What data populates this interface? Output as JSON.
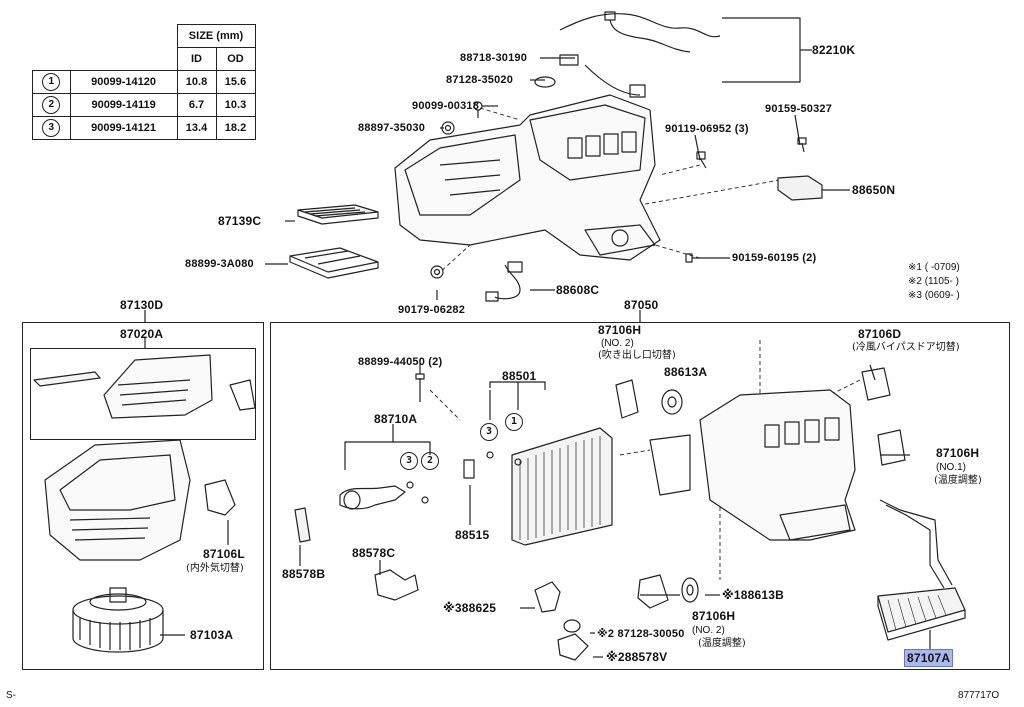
{
  "size_table": {
    "header_size": "SIZE (mm)",
    "header_id": "ID",
    "header_od": "OD",
    "rows": [
      {
        "mark": "1",
        "part": "90099-14120",
        "id": "10.8",
        "od": "15.6"
      },
      {
        "mark": "2",
        "part": "90099-14119",
        "id": "6.7",
        "od": "10.3"
      },
      {
        "mark": "3",
        "part": "90099-14121",
        "id": "13.4",
        "od": "18.2"
      }
    ]
  },
  "footnotes": {
    "n1": "※1 (       -0709)",
    "n2": "※2 (1105-       )",
    "n3": "※3 (0609-       )"
  },
  "labels": {
    "p82210k": "82210K",
    "p88718": "88718-30190",
    "p87128a": "87128-35020",
    "p90099": "90099-00318",
    "p88897": "88897-35030",
    "p90159a": "90159-50327",
    "p90119": "90119-06952 (3)",
    "p88650n": "88650N",
    "p87139c": "87139C",
    "p88899a": "88899-3A080",
    "p90179": "90179-06282",
    "p88608c": "88608C",
    "p90159b": "90159-60195 (2)",
    "p87130d": "87130D",
    "p87050": "87050",
    "p87020a": "87020A",
    "p87106h1": "87106H",
    "p87106h1_no": "(NO. 2)",
    "p87106h1_jp": "(吹き出し口切替)",
    "p87106d": "87106D",
    "p87106d_jp": "(冷風バイパスドア切替)",
    "p88899b": "88899-44050 (2)",
    "p88501": "88501",
    "p88613a": "88613A",
    "p88710a": "88710A",
    "p87106h2": "87106H",
    "p87106h2_no": "(NO.1)",
    "p87106h2_jp": "(温度調整)",
    "p87106l": "87106L",
    "p87106l_jp": "(内外気切替)",
    "p88515": "88515",
    "p88578c": "88578C",
    "p88578b": "88578B",
    "p88613b": "※188613B",
    "p88625": "※388625",
    "p87106h3": "87106H",
    "p87106h3_no": "(NO. 2)",
    "p87106h3_jp": "(温度調整)",
    "p87128b": "※2 87128-30050",
    "p88578v": "※288578V",
    "p87103a": "87103A",
    "p87107a": "87107A",
    "corner_left": "S-",
    "corner_right": "877717O"
  },
  "callouts": {
    "c3a": "3",
    "c1a": "1",
    "c3b": "3",
    "c2b": "2"
  }
}
